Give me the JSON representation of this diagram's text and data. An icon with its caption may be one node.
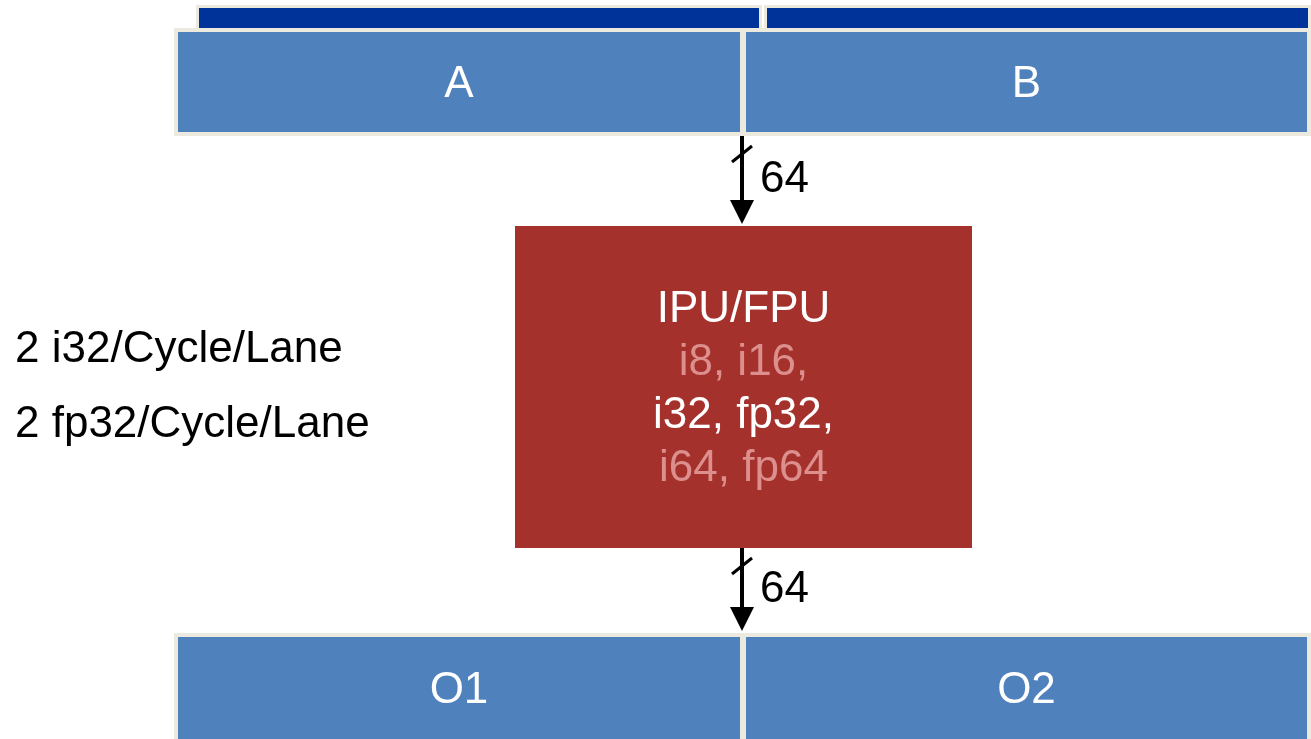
{
  "diagram": {
    "nodes": [
      {
        "text": [],
        "shape": "bar"
      },
      {
        "text": [],
        "shape": "bar"
      },
      {
        "text": [
          "A"
        ]
      },
      {
        "text": [
          "B"
        ]
      },
      {
        "text": [
          "IPU/FPU",
          "i8, i16,",
          "i32, fp32,",
          "i64, fp64"
        ]
      },
      {
        "text": [
          "O1"
        ]
      },
      {
        "text": [
          "O2"
        ]
      }
    ],
    "edges": [
      {
        "from": 3,
        "to": 4,
        "arrow": "to",
        "label": "64"
      },
      {
        "from": 4,
        "to": 6,
        "arrow": "to",
        "label": "64"
      }
    ],
    "labels": [
      "2 i32/Cycle/Lane",
      "2 fp32/Cycle/Lane"
    ]
  }
}
